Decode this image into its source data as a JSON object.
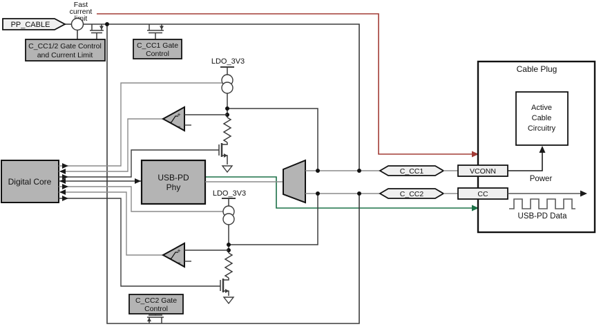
{
  "labels": {
    "fast_current_limit": {
      "line1": "Fast",
      "line2": "current",
      "line3": "limit"
    },
    "pp_cable": "PP_CABLE",
    "cc12_gate_box": {
      "line1": "C_CC1/2 Gate Control",
      "line2": "and Current Limit"
    },
    "cc1_gate_box": {
      "line1": "C_CC1 Gate",
      "line2": "Control"
    },
    "cc2_gate_box": {
      "line1": "C_CC2 Gate",
      "line2": "Control"
    },
    "ldo_top": "LDO_3V3",
    "ldo_bottom": "LDO_3V3",
    "digital_core": "Digital Core",
    "usb_pd_phy": {
      "line1": "USB-PD",
      "line2": "Phy"
    },
    "comparator_plus": "+",
    "comparator_minus": "−",
    "c_cc1": "C_CC1",
    "c_cc2": "C_CC2",
    "vconn": "VCONN",
    "cc": "CC",
    "cable_plug": "Cable Plug",
    "active_cable_circuitry": {
      "line1": "Active",
      "line2": "Cable",
      "line3": "Circuitry"
    },
    "power": "Power",
    "usb_pd_data": "USB-PD Data"
  },
  "colors": {
    "vconn_path_red": "#a23b35",
    "data_path_green": "#1a7046",
    "box_gray": "#b4b4b4",
    "label_fill": "#efefef",
    "wire_dark": "#3b3b3b",
    "wire_gray": "#8a8a8a"
  }
}
